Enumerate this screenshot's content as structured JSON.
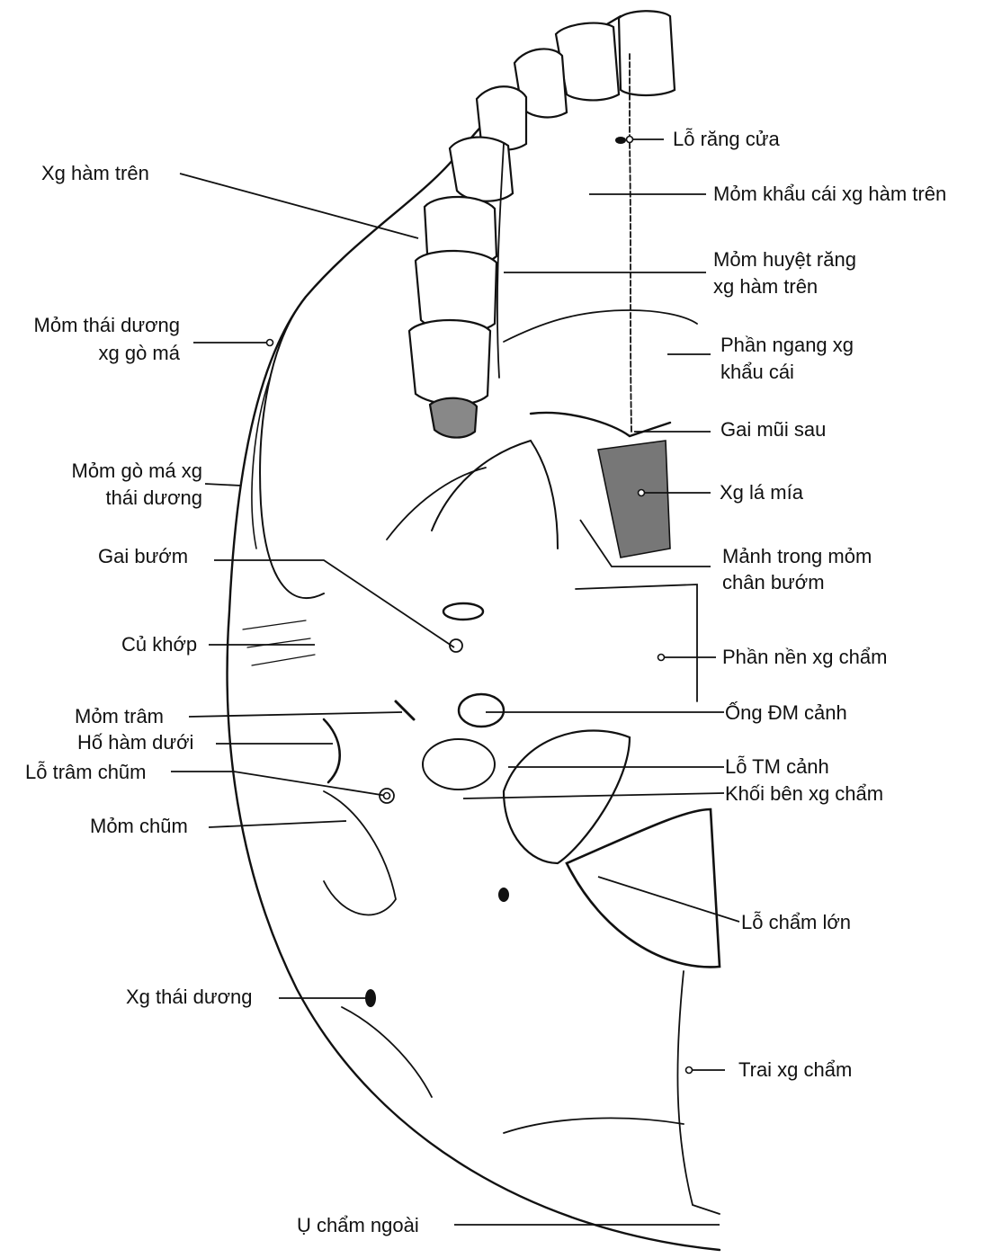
{
  "labels": {
    "lo_rang_cua": "Lỗ răng cửa",
    "xg_ham_tren": "Xg hàm trên",
    "mom_khau_cai": "Mỏm khẩu cái xg hàm trên",
    "mom_huyet_rang_1": "Mỏm huyệt răng",
    "mom_huyet_rang_2": "xg hàm trên",
    "mom_thai_duong_1": "Mỏm thái dương",
    "mom_thai_duong_2": "xg gò má",
    "phan_ngang_1": "Phần ngang xg",
    "phan_ngang_2": "khẩu cái",
    "gai_mui_sau": "Gai mũi sau",
    "mom_go_ma_1": "Mỏm gò má xg",
    "mom_go_ma_2": "thái dương",
    "xg_la_mia": "Xg lá mía",
    "gai_buom": "Gai bướm",
    "manh_trong_1": "Mảnh trong mỏm",
    "manh_trong_2": "chân bướm",
    "cu_khop": "Củ khớp",
    "phan_nen": "Phần nền xg chẩm",
    "mom_tram": "Mỏm trâm",
    "ong_dm_canh": "Ống ĐM cảnh",
    "ho_ham_duoi": "Hố hàm dưới",
    "lo_tram_chum": "Lỗ trâm chũm",
    "lo_tm_canh": "Lỗ TM cảnh",
    "khoi_ben": "Khối bên xg chẩm",
    "mom_chum": "Mỏm chũm",
    "lo_cham_lon": "Lỗ chẩm lớn",
    "xg_thai_duong": "Xg thái dương",
    "trai_xg_cham": "Trai xg chẩm",
    "u_cham_ngoai": "Ụ chẩm ngoài"
  },
  "colors": {
    "ink": "#111111",
    "background": "#ffffff",
    "shade": "#555555"
  }
}
